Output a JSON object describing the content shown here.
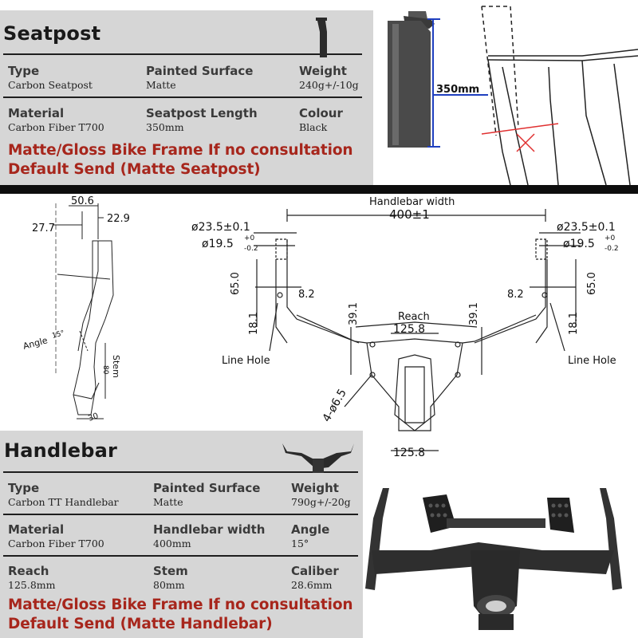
{
  "seatpost": {
    "title": "Seatpost",
    "specs": [
      {
        "label": "Type",
        "value": "Carbon Seatpost"
      },
      {
        "label": "Painted Surface",
        "value": "Matte"
      },
      {
        "label": "Weight",
        "value": "240g+/-10g"
      },
      {
        "label": "Material",
        "value": "Carbon Fiber T700"
      },
      {
        "label": "Seatpost Length",
        "value": "350mm"
      },
      {
        "label": "Colour",
        "value": "Black"
      }
    ],
    "notice_line1": "Matte/Gloss Bike Frame If no consultation",
    "notice_line2": "Default Send (Matte Seatpost)",
    "length_callout": "350mm"
  },
  "drawing": {
    "side_top_width": "50.6",
    "side_left_offset": "27.7",
    "side_right_offset": "22.9",
    "angle_label": "Angle",
    "angle_value": "15°",
    "stem_label": "Stem",
    "stem_value": "80",
    "base_value": "30",
    "bar_width_label": "Handlebar width",
    "bar_width_value": "400±1",
    "outer_dia_left": "ø23.5±0.1",
    "outer_dia_right": "ø23.5±0.1",
    "inner_dia_left": "ø19.5",
    "inner_dia_right": "ø19.5",
    "inner_tol_plus": "+0",
    "inner_tol_minus": "-0.2",
    "clamp_len_left": "65.0",
    "clamp_len_right": "65.0",
    "hole_off_left": "8.2",
    "hole_off_right": "8.2",
    "drop_left": "18.1",
    "drop_right": "18.1",
    "rise_left": "39.1",
    "rise_right": "39.1",
    "reach_label": "Reach",
    "reach_value": "125.8",
    "bottom_width": "125.8",
    "bolts": "4-ø6.5",
    "line_hole_left": "Line Hole",
    "line_hole_right": "Line Hole"
  },
  "handlebar": {
    "title": "Handlebar",
    "specs": [
      {
        "label": "Type",
        "value": "Carbon TT Handlebar"
      },
      {
        "label": "Painted Surface",
        "value": "Matte"
      },
      {
        "label": "Weight",
        "value": "790g+/-20g"
      },
      {
        "label": "Material",
        "value": "Carbon Fiber T700"
      },
      {
        "label": "Handlebar width",
        "value": "400mm"
      },
      {
        "label": "Angle",
        "value": "15°"
      },
      {
        "label": "Reach",
        "value": "125.8mm"
      },
      {
        "label": "Stem",
        "value": "80mm"
      },
      {
        "label": "Caliber",
        "value": "28.6mm"
      }
    ],
    "notice_line1": "Matte/Gloss Bike Frame If no consultation",
    "notice_line2": "Default Send (Matte Handlebar)"
  },
  "colors": {
    "panel": "#d6d6d6",
    "notice": "#a7261c",
    "dimension_line": "#1f3fbf",
    "cross_mark": "#e03030"
  }
}
